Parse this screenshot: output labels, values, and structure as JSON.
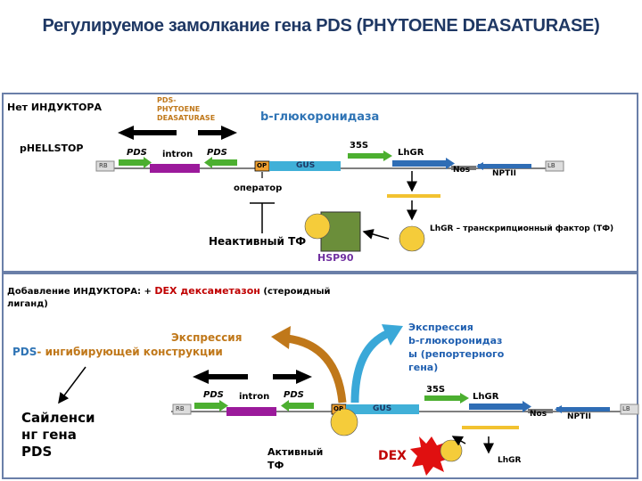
{
  "title": "Регулируемое замолкание гена PDS (PHYTOENE DEASATURASE)",
  "top": {
    "no_inductor": "Нет ИНДУКТОРА",
    "pds_note_line1": "PDS-",
    "pds_note_line2": "PHYTOENE",
    "pds_note_line3": "DEASATURASE",
    "beta_gluc": "b-глюкоронидаза",
    "phellstop": "pHELLSTOP",
    "pds_left": "PDS",
    "intron": "intron",
    "pds_right": "PDS",
    "promoter_35s": "35S",
    "lhgr": "LhGR",
    "rb": "RB",
    "op": "OP",
    "gus": "GUS",
    "nos": "Nos",
    "nptii": "NPTII",
    "lb": "LB",
    "operator": "оператор",
    "inactive_tf": "Неактивный ТФ",
    "tf_note": "LhGR – транскрипционный фактор (ТФ)",
    "hsp90": "HSP90"
  },
  "bottom": {
    "inductor_line1_prefix": "Добавление ИНДУКТОРА: +",
    "inductor_dex": "DEX дексаметазон",
    "inductor_line1_suffix": "(стероидный",
    "inductor_line2": "лиганд)",
    "expr_pds_line1": "Экспрессия",
    "expr_pds_pds": "PDS",
    "expr_pds_rest": "- ингибирующей конструкции",
    "expr_gus_line1": "Экспрессия",
    "expr_gus_line2": "b-глюкоронидаз",
    "expr_gus_line3": "ы (репортерного",
    "expr_gus_line4": "гена)",
    "silencing_line1": "Сайленси",
    "silencing_line2": "нг гена",
    "silencing_line3": "PDS",
    "pds_left": "PDS",
    "intron": "intron",
    "pds_right": "PDS",
    "promoter_35s": "35S",
    "lhgr": "LhGR",
    "rb": "RB",
    "op": "OP",
    "gus": "GUS",
    "nos": "Nos",
    "nptii": "NPTII",
    "lb": "LB",
    "active_tf_line1": "Активный",
    "active_tf_line2": "ТФ",
    "dex": "DEX",
    "lhgr_bottom": "LhGR"
  },
  "colors": {
    "title": "#1f3864",
    "pds_note": "#c0781a",
    "blue_label": "#2f74b5",
    "dex_red": "#c00000",
    "hsp90": "#7030a0",
    "expr_pds": "#c0781a",
    "expr_gus": "#1f5fb0",
    "cyan_arrow": "#3aa8d8",
    "orange_arrow": "#c0781a",
    "intron_bar": "#9b1a9b",
    "gus_bar": "#40b0d8",
    "op_box": "#f0a030",
    "green_arrow": "#4caf30",
    "yellow_bar": "#f2c230",
    "circle_fill": "#f5cc3a",
    "hsp_box": "#6b8e3a"
  }
}
